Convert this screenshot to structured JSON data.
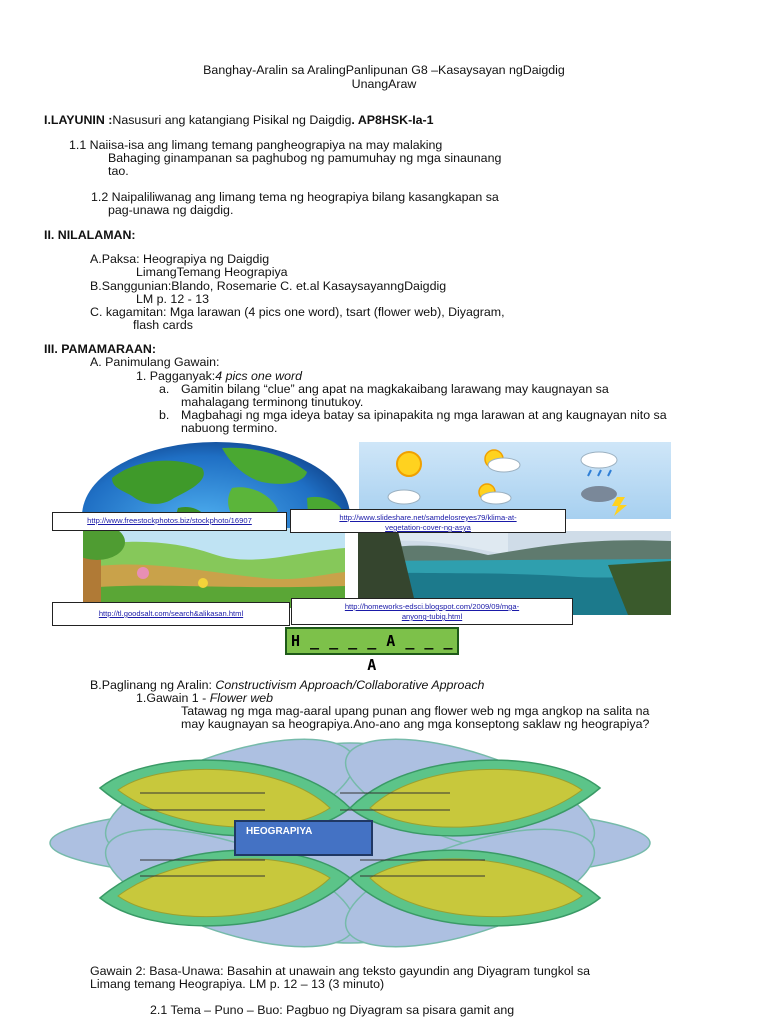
{
  "header": {
    "title": "Banghay-Aralin sa AralingPanlipunan G8 –Kasaysayan ngDaigdig",
    "subtitle": "UnangAraw"
  },
  "layunin": {
    "label": "I.LAYUNIN :",
    "text": "Nasusuri ang katangiang Pisikal ng Daigdig",
    "code": ". AP8HSK-Ia-1",
    "item1_line1": "1.1 Naiisa-isa ang limang temang pangheograpiya na may malaking",
    "item1_line2": "Bahaging ginampanan sa paghubog ng pamumuhay ng mga sinaunang",
    "item1_line3": "tao.",
    "item2_line1": "1.2 Naipaliliwanag ang limang tema ng heograpiya bilang kasangkapan sa",
    "item2_line2": "pag-unawa ng daigdig."
  },
  "nilalaman": {
    "label": "II. NILALAMAN:",
    "paksa": "A.Paksa: Heograpiya ng Daigdig",
    "paksa_sub": "LimangTemang Heograpiya",
    "sanggunian": "B.Sanggunian:Blando, Rosemarie C. et.al KasaysayanngDaigdig",
    "sanggunian_sub": "LM p. 12 - 13",
    "kagamitan": "C. kagamitan: Mga larawan (4 pics one word), tsart (flower web), Diyagram,",
    "kagamitan_sub": "flash cards"
  },
  "pamamaraan": {
    "label": "III. PAMAMARAAN:",
    "a": "A.   Panimulang Gawain:",
    "a1_prefix": "1.   Pagganyak:",
    "a1_italic": "4 pics one word",
    "a_a_marker": "a.",
    "a_a_line1": "Gamitin bilang “clue” ang apat na magkakaibang larawang may kaugnayan sa",
    "a_a_line2": "mahalagang terminong tinutukoy.",
    "a_b_marker": "b.",
    "a_b_line1": "Magbahagi ng mga ideya batay sa ipinapakita ng mga larawan at ang kaugnayan nito sa",
    "a_b_line2": "nabuong termino."
  },
  "links": {
    "earth": "http://www.freestockphotos.biz/stockphoto/16907",
    "weather_line1": "http://www.slideshare.net/samdelosreyes79/klima-at-",
    "weather_line2": "vegetation-cover-ng-asya",
    "landscape": "http://tl.goodsalt.com/search&alikasan.html",
    "lake_line1": "http://homeworks-edsci.blogspot.com/2009/09/mga-",
    "lake_line2": "anyong-tubig.html"
  },
  "puzzle": "H _ _ _ _ A _ _ _ A",
  "paglinang": {
    "prefix": "B.Paglinang ng Aralin: ",
    "italic": "Constructivism Approach/Collaborative Approach",
    "gawain1_prefix": "1.Gawain 1 - ",
    "gawain1_italic": "Flower web",
    "desc_line1": "Tatawag ng mga mag-aaral upang punan ang flower web ng mga angkop na salita na",
    "desc_line2": "may  kaugnayan sa heograpiya.Ano-ano ang mga konseptong saklaw ng heograpiya?"
  },
  "flower_web": {
    "center_label": "HEOGRAPIYA"
  },
  "gawain2": {
    "line1": "Gawain 2: Basa-Unawa: Basahin at unawain ang teksto gayundin ang Diyagram tungkol sa",
    "line2": "Limang temang Heograpiya. LM p. 12 – 13  (3 minuto)",
    "line3": "2.1 Tema – Puno – Buo: Pagbuo ng Diyagram sa pisara gamit ang"
  },
  "colors": {
    "puzzle_fill": "#7dc14a",
    "heo_box": "#4472c4",
    "petal_outer": "#5cc489",
    "petal_inner": "#c8c83c",
    "flower_bg": "#a9bde0"
  }
}
